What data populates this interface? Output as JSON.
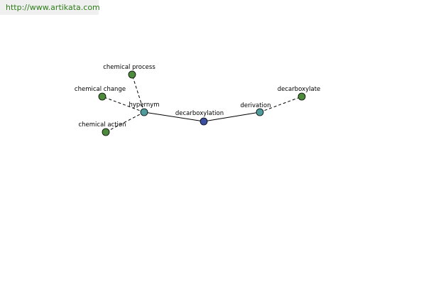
{
  "banner": {
    "url": "http://www.artikata.com"
  },
  "colors": {
    "banner_bg": "#f0f0f0",
    "banner_text": "#2e7d1a",
    "center_node": "#3b4fa0",
    "relation_node": "#4f9a9a",
    "leaf_node": "#4d8a3c",
    "node_stroke": "#000000",
    "edge": "#000000"
  },
  "graph": {
    "nodes": [
      {
        "id": "decarboxylation",
        "label": "decarboxylation",
        "kind": "center"
      },
      {
        "id": "hypernym",
        "label": "hypernym",
        "kind": "relation"
      },
      {
        "id": "derivation",
        "label": "derivation",
        "kind": "relation"
      },
      {
        "id": "chemical-process",
        "label": "chemical process",
        "kind": "leaf"
      },
      {
        "id": "chemical-change",
        "label": "chemical change",
        "kind": "leaf"
      },
      {
        "id": "chemical-action",
        "label": "chemical action",
        "kind": "leaf"
      },
      {
        "id": "decarboxylate",
        "label": "decarboxylate",
        "kind": "leaf"
      }
    ],
    "edges": [
      {
        "from": "decarboxylation",
        "to": "hypernym",
        "style": "solid"
      },
      {
        "from": "decarboxylation",
        "to": "derivation",
        "style": "solid"
      },
      {
        "from": "hypernym",
        "to": "chemical-process",
        "style": "dashed"
      },
      {
        "from": "hypernym",
        "to": "chemical-change",
        "style": "dashed"
      },
      {
        "from": "hypernym",
        "to": "chemical-action",
        "style": "dashed"
      },
      {
        "from": "derivation",
        "to": "decarboxylate",
        "style": "dashed"
      }
    ]
  }
}
